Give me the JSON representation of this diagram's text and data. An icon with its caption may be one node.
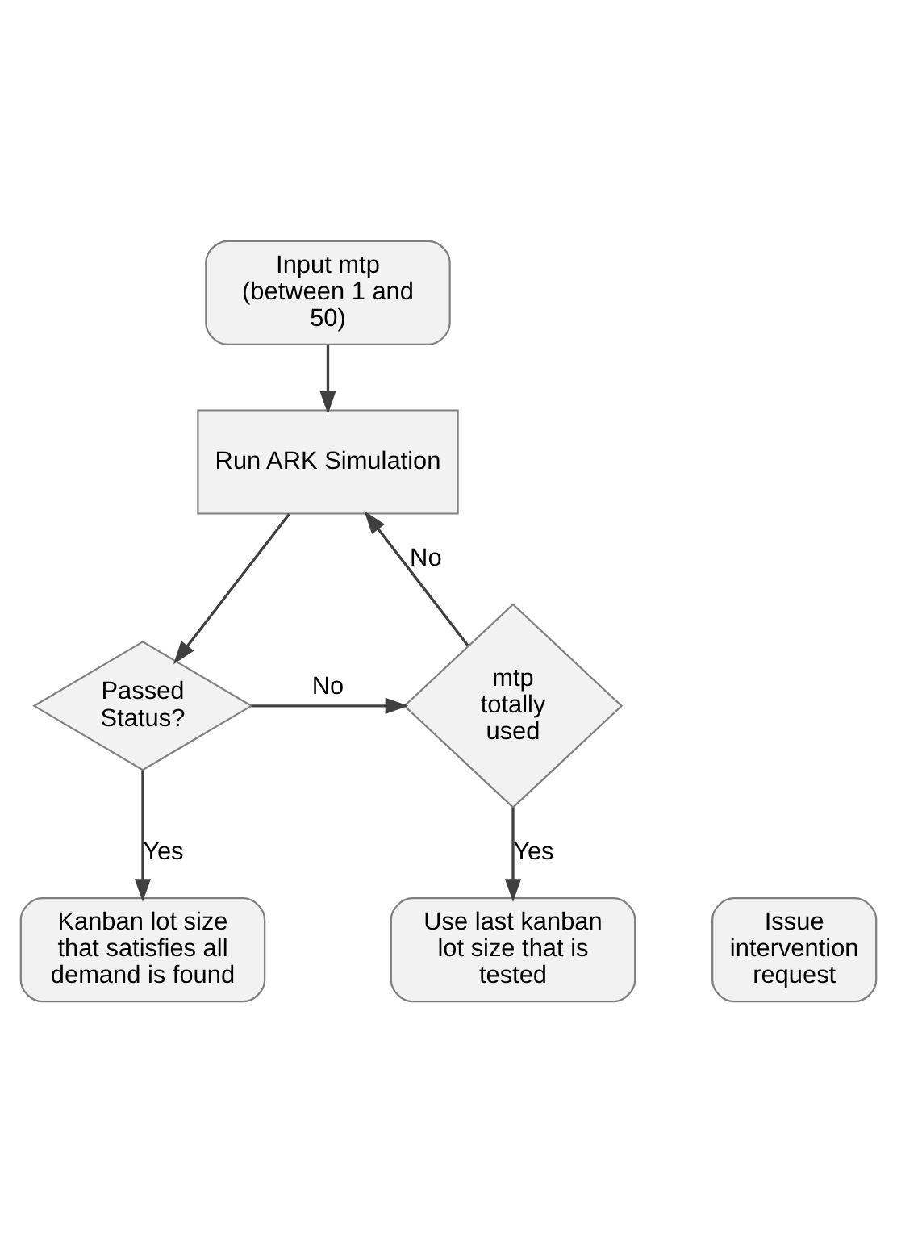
{
  "diagram": {
    "nodes": [
      {
        "text": [
          "Input mtp (between 1 and 50)"
        ]
      },
      {
        "text": [
          "Run ARK Simulation"
        ]
      },
      {
        "text": [
          "Passed Status?"
        ]
      },
      {
        "text": [
          "mtp totally used"
        ]
      },
      {
        "text": [
          "Kanban lot size that satisfies all demand is found"
        ]
      },
      {
        "text": [
          "Use last kanban lot size that is tested"
        ]
      },
      {
        "text": [
          "Issue intervention request"
        ]
      }
    ],
    "edges": [
      {
        "from": 0,
        "to": 1,
        "arrow": "to"
      },
      {
        "from": 1,
        "to": 2,
        "arrow": "to"
      },
      {
        "from": 2,
        "to": 3,
        "arrow": "to",
        "label": "No"
      },
      {
        "from": 3,
        "to": 1,
        "arrow": "to",
        "label": "No"
      },
      {
        "from": 2,
        "to": 4,
        "arrow": "to",
        "label": "Yes"
      },
      {
        "from": 3,
        "to": 5,
        "arrow": "to",
        "label": "Yes"
      }
    ]
  }
}
